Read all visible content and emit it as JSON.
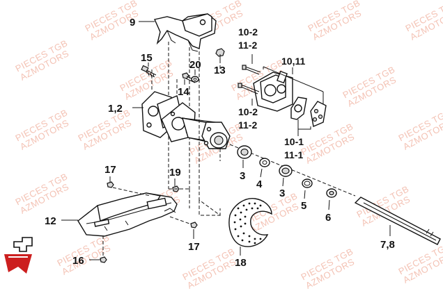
{
  "watermark": {
    "line1": "PIECES TGB",
    "line2": "AZMOTORS",
    "color": "#f2b8a8"
  },
  "labels": {
    "p9": "9",
    "p15": "15",
    "p20": "20",
    "p13": "13",
    "p14": "14",
    "p1_2": "1,2",
    "p10_2a": "10-2",
    "p11_2a": "11-2",
    "p10_11": "10,11",
    "p10_2b": "10-2",
    "p11_2b": "11-2",
    "p10_1": "10-1",
    "p11_1": "11-1",
    "p17a": "17",
    "p19": "19",
    "p3a": "3",
    "p4": "4",
    "p3b": "3",
    "p5": "5",
    "p6": "6",
    "p12": "12",
    "p17b": "17",
    "p16": "16",
    "p18": "18",
    "p7_8": "7,8"
  },
  "logo": {
    "icon": "tgb-logo-icon",
    "accent_color": "#cc1f1f"
  }
}
